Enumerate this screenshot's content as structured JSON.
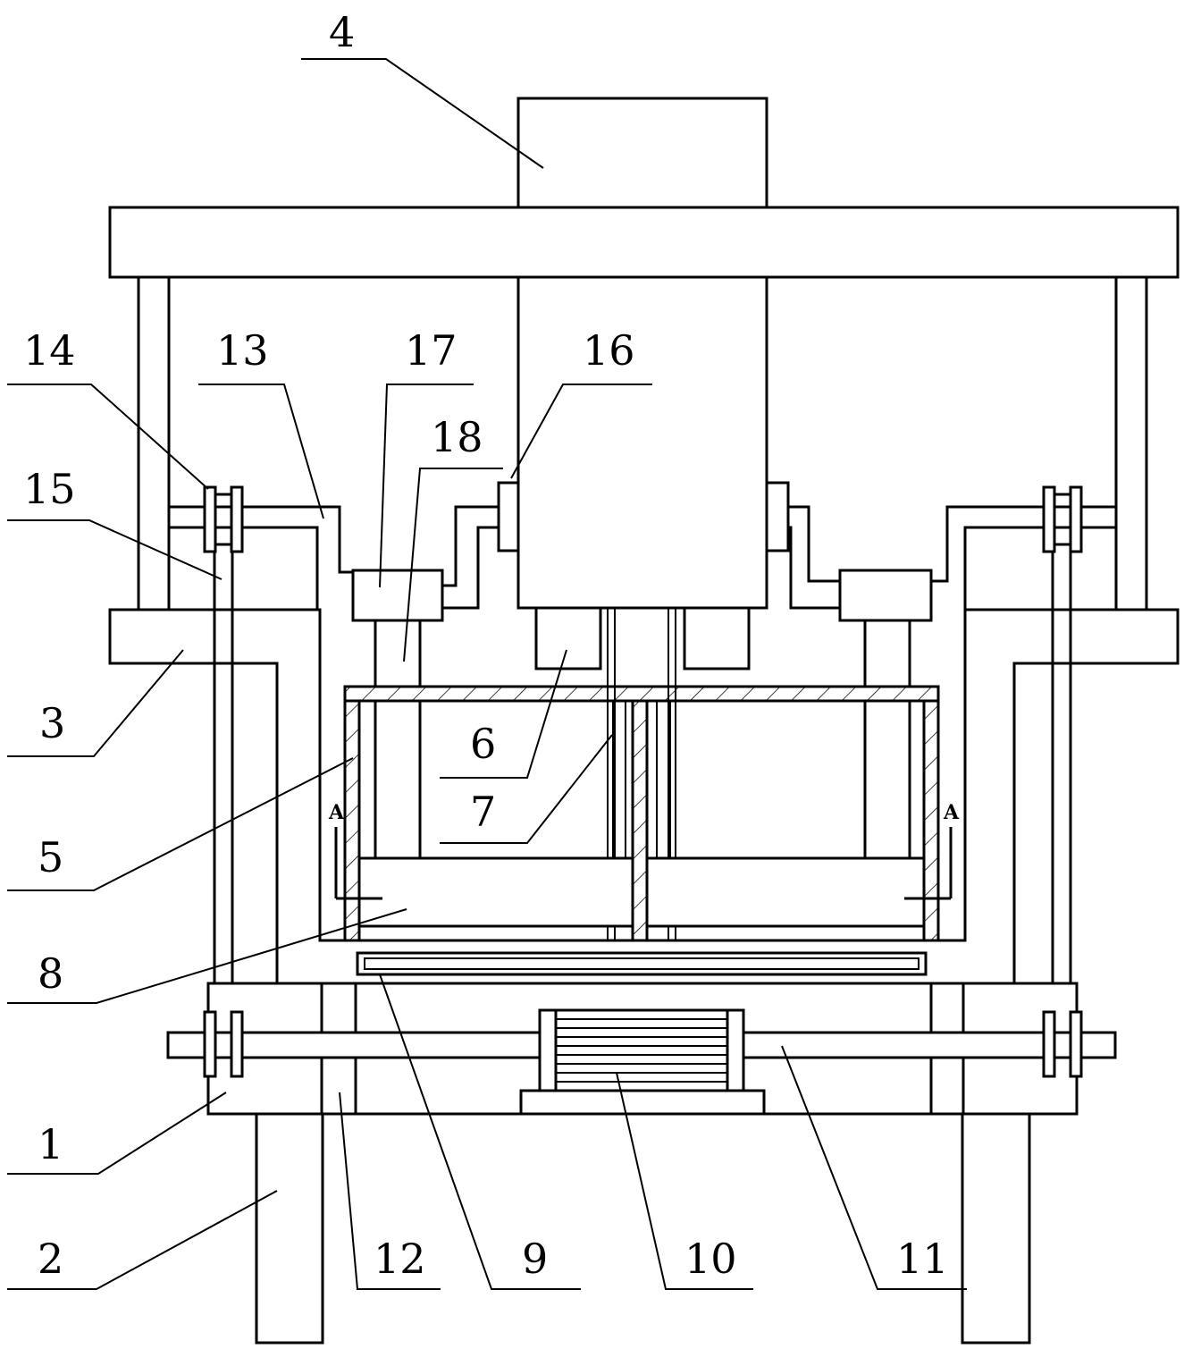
{
  "diagram": {
    "type": "mechanical-drawing",
    "callouts": [
      {
        "id": "c4",
        "text": "4"
      },
      {
        "id": "c14",
        "text": "14"
      },
      {
        "id": "c13",
        "text": "13"
      },
      {
        "id": "c17",
        "text": "17"
      },
      {
        "id": "c16",
        "text": "16"
      },
      {
        "id": "c18",
        "text": "18"
      },
      {
        "id": "c15",
        "text": "15"
      },
      {
        "id": "c3",
        "text": "3"
      },
      {
        "id": "c6",
        "text": "6"
      },
      {
        "id": "c7",
        "text": "7"
      },
      {
        "id": "c5",
        "text": "5"
      },
      {
        "id": "c8",
        "text": "8"
      },
      {
        "id": "c1",
        "text": "1"
      },
      {
        "id": "c2",
        "text": "2"
      },
      {
        "id": "c12",
        "text": "12"
      },
      {
        "id": "c9",
        "text": "9"
      },
      {
        "id": "c10",
        "text": "10"
      },
      {
        "id": "c11",
        "text": "11"
      }
    ],
    "section_marks": {
      "left": "A",
      "right": "A"
    }
  }
}
